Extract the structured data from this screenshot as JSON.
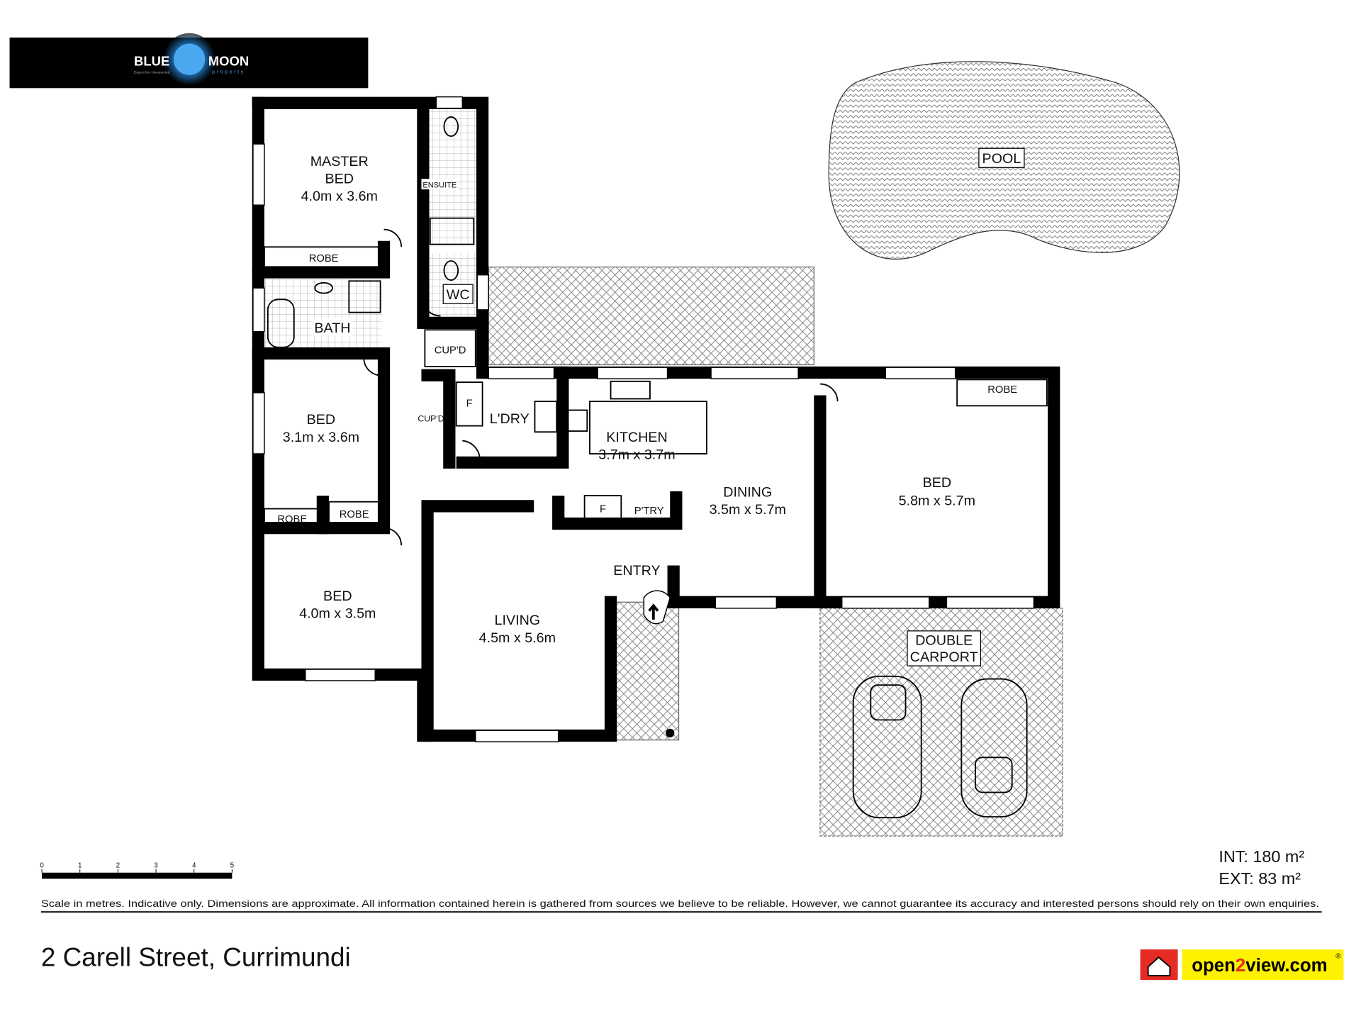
{
  "logo": {
    "brand_left": "BLUE",
    "brand_right": "MOON",
    "sub": "property",
    "tagline": "Expect the Unexpected"
  },
  "rooms": {
    "master": {
      "name1": "MASTER",
      "name2": "BED",
      "dims": "4.0m x 3.6m"
    },
    "ensuite": "ENSUITE",
    "robe": "ROBE",
    "wc": "WC",
    "bath": "BATH",
    "cupd": "CUP'D",
    "bed2": {
      "name": "BED",
      "dims": "3.1m x 3.6m"
    },
    "bed3": {
      "name": "BED",
      "dims": "4.0m x 3.5m"
    },
    "laundry": "L'DRY",
    "fridge": "F",
    "kitchen": {
      "name": "KITCHEN",
      "dims": "3.7m x 3.7m"
    },
    "pantry": "P'TRY",
    "dining": {
      "name": "DINING",
      "dims": "3.5m x 5.7m"
    },
    "bed4": {
      "name": "BED",
      "dims": "5.8m x 5.7m"
    },
    "entry": "ENTRY",
    "living": {
      "name": "LIVING",
      "dims": "4.5m x 5.6m"
    },
    "carport1": "DOUBLE",
    "carport2": "CARPORT",
    "pool": "POOL"
  },
  "scale": {
    "ticks": [
      "0",
      "1",
      "2",
      "3",
      "4",
      "5"
    ]
  },
  "area": {
    "int": "INT: 180 m²",
    "ext": "EXT: 83 m²"
  },
  "disclaimer": "Scale in metres. Indicative only. Dimensions are approximate. All information contained herein is gathered from sources we believe to be reliable. However, we cannot guarantee its accuracy and interested persons should rely on their own enquiries.",
  "address": "2 Carell Street, Currimundi",
  "brand2": {
    "pre": "open",
    "two": "2",
    "post": "view.com",
    "reg": "®"
  }
}
